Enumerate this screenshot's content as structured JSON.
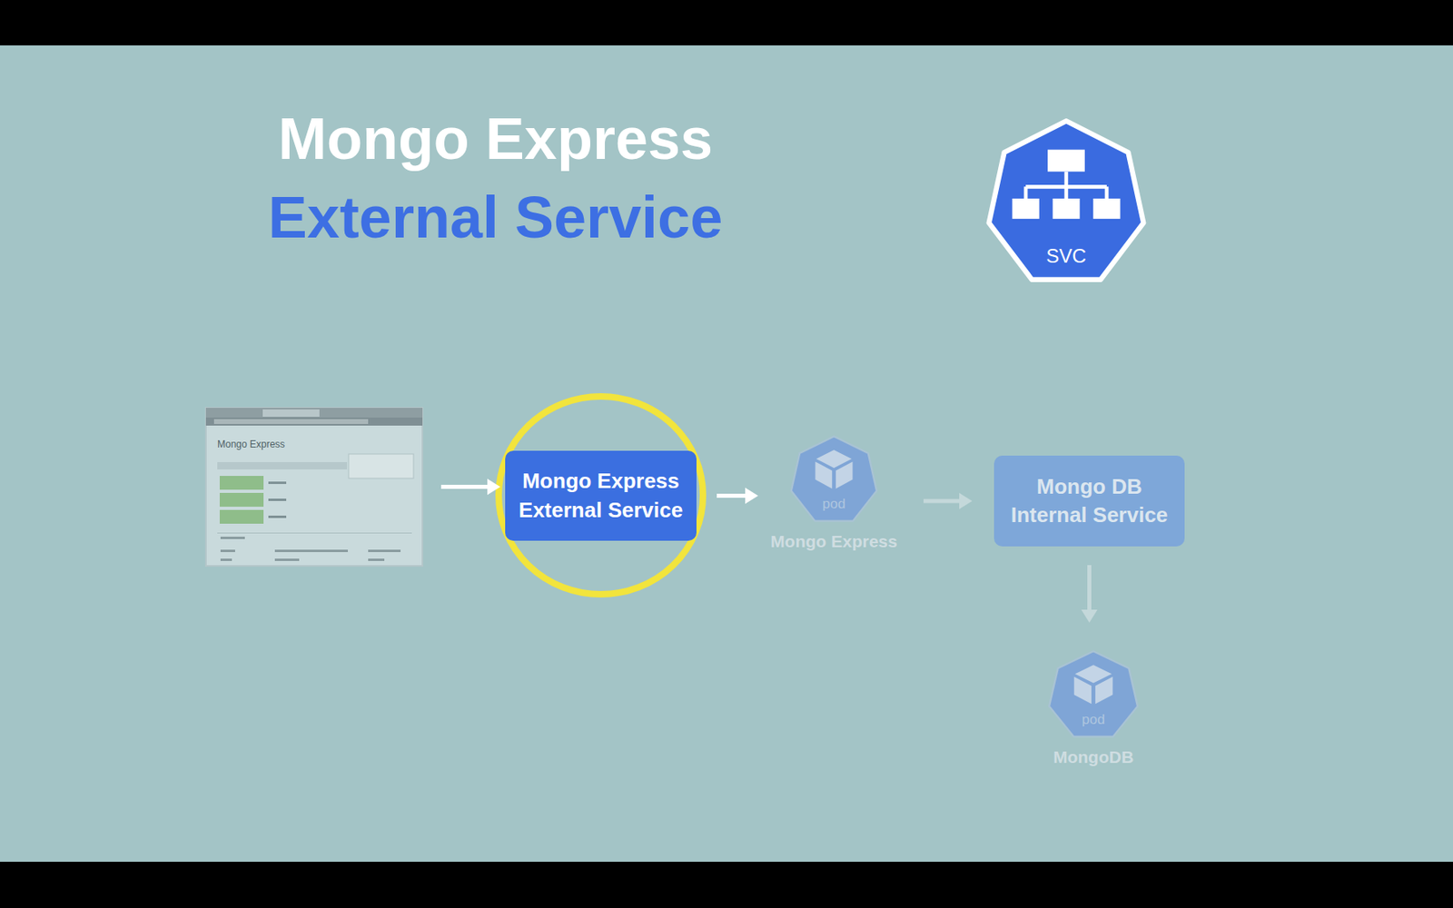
{
  "diagram": {
    "title": "Mongo Express",
    "nodes": [
      {
        "text": [
          "SVC"
        ]
      },
      {
        "text": [
          "Mongo Express"
        ]
      },
      {
        "text": [
          "Mongo Express External Service"
        ]
      },
      {
        "text": [
          "pod",
          "Mongo Express"
        ]
      },
      {
        "text": [
          "Mongo DB Internal Service"
        ]
      },
      {
        "text": [
          "pod",
          "MongoDB"
        ]
      }
    ],
    "edges": [
      {
        "from": 1,
        "to": 2,
        "arrow": "to"
      },
      {
        "from": 2,
        "to": 3,
        "arrow": "to"
      },
      {
        "from": 3,
        "to": 4,
        "arrow": "to"
      },
      {
        "from": 4,
        "to": 5,
        "arrow": "to"
      }
    ],
    "labels": [
      "External Service"
    ]
  }
}
